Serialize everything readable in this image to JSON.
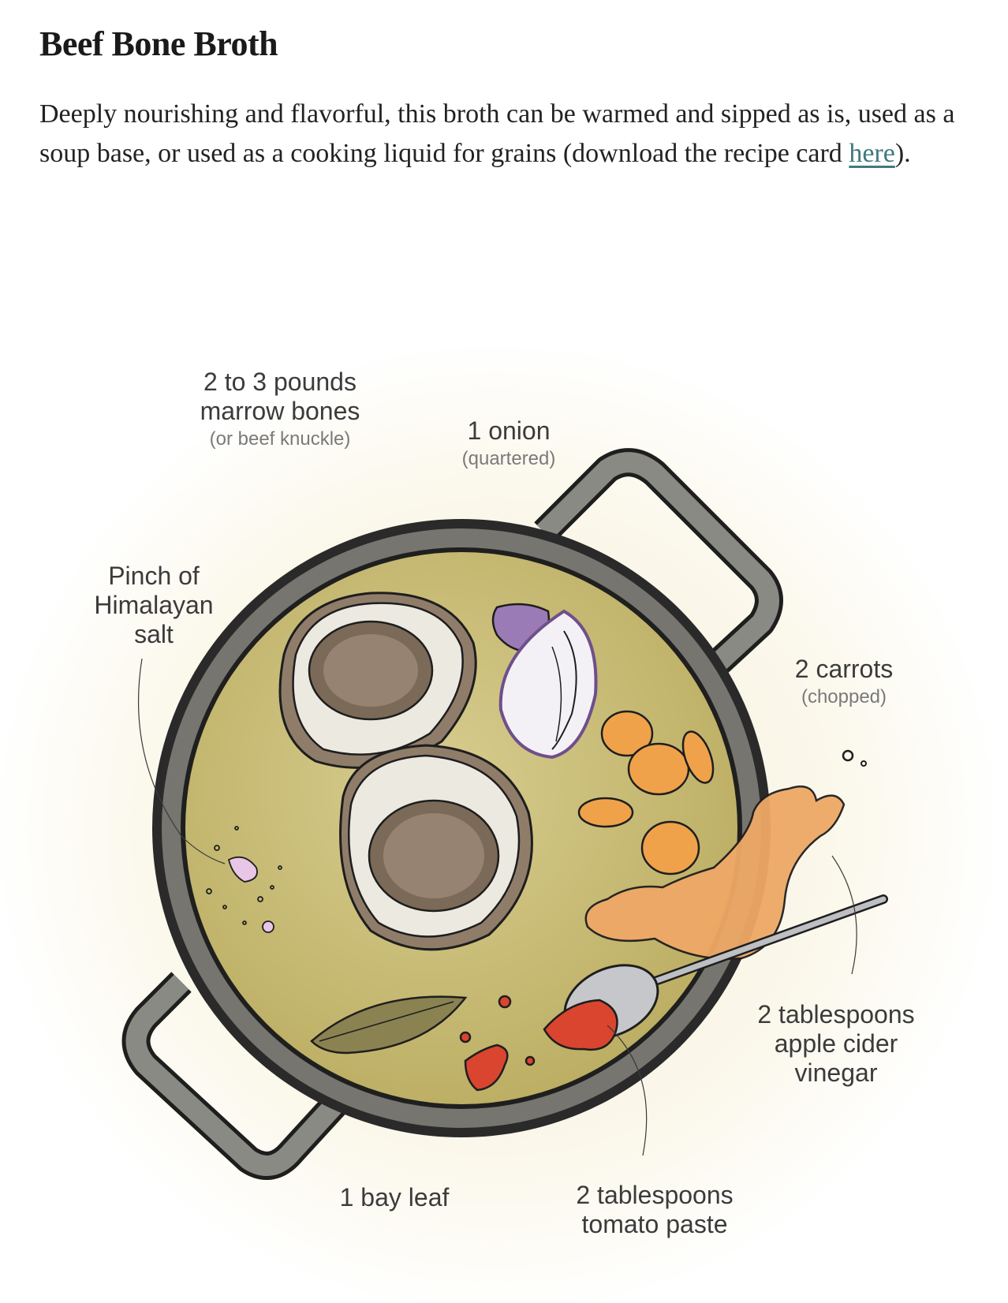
{
  "article": {
    "title": "Beef Bone Broth",
    "intro_before_link": "Deeply nourishing and flavorful, this broth can be warmed and sipped as is, used as a soup base, or used as a cooking liquid for grains (download the recipe card ",
    "intro_link": "here",
    "intro_after_link": ")."
  },
  "ingredients": {
    "bones": {
      "line1": "2 to 3 pounds",
      "line2": "marrow bones",
      "note": "(or beef knuckle)"
    },
    "onion": {
      "line1": "1 onion",
      "note": "(quartered)"
    },
    "salt": {
      "line1": "Pinch of",
      "line2": "Himalayan",
      "line3": "salt"
    },
    "carrots": {
      "line1": "2 carrots",
      "note": "(chopped)"
    },
    "vinegar": {
      "line1": "2 tablespoons",
      "line2": "apple cider",
      "line3": "vinegar"
    },
    "bay_leaf": {
      "line1": "1 bay leaf"
    },
    "tomato_paste": {
      "line1": "2 tablespoons",
      "line2": "tomato paste"
    }
  },
  "colors": {
    "link": "#3f7a80",
    "broth": "#cfc27e",
    "pot": "#6b6b66",
    "carrot": "#f0a24a",
    "tomato": "#d9452e",
    "onion": "#8c6aa8",
    "bay_leaf": "#8a8250"
  }
}
